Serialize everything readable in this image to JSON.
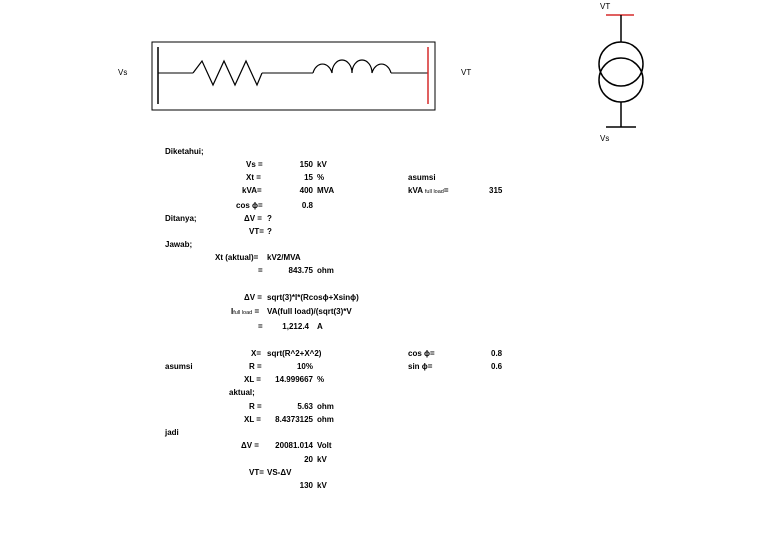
{
  "diagram": {
    "left_label": "Vs",
    "right_label": "VT",
    "transformer_top_label": "VT",
    "transformer_bottom_label": "Vs"
  },
  "colors": {
    "line": "#000000",
    "accent": "#d62b2b",
    "background": "#ffffff"
  },
  "sheet": {
    "diketahui_label": "Diketahui;",
    "vs": {
      "label": "Vs =",
      "value": "150",
      "unit": "kV"
    },
    "xt": {
      "label": "Xt =",
      "value": "15",
      "unit": "%"
    },
    "kva": {
      "label": "kVA=",
      "value": "400",
      "unit": "MVA"
    },
    "cos": {
      "label": "cos ϕ=",
      "value": "0.8"
    },
    "asumsi_top": "asumsi",
    "kva_full_load": {
      "label": "kVA",
      "sub": "full load",
      "eq": "=",
      "value": "315"
    },
    "ditanya_label": "Ditanya;",
    "dv_q": {
      "label": "ΔV =",
      "value": "?"
    },
    "vt_q": {
      "label": "VT=",
      "value": "?"
    },
    "jawab_label": "Jawab;",
    "xt_aktual": {
      "label": "Xt (aktual)=",
      "formula": "kV2/MVA"
    },
    "xt_aktual_result": {
      "eq": "=",
      "value": "843.75",
      "unit": "ohm"
    },
    "dv_formula": {
      "label": "ΔV =",
      "formula": "sqrt(3)*I*(Rcosϕ+Xsinϕ)"
    },
    "i_full_load": {
      "label_main": "I",
      "label_sub": "full load",
      "label_eq": "=",
      "formula": "VA(full load)/(sqrt(3)*V"
    },
    "i_result": {
      "eq": "=",
      "value": "1,212.4",
      "unit": "A"
    },
    "x_formula": {
      "label": "X=",
      "formula": "sqrt(R^2+X^2)"
    },
    "cos_right": {
      "label": "cos ϕ=",
      "value": "0.8"
    },
    "asumsi_left": "asumsi",
    "r_pct": {
      "label": "R =",
      "value": "10%"
    },
    "sin_right": {
      "label": "sin ϕ=",
      "value": "0.6"
    },
    "xl_pct": {
      "label": "XL =",
      "value": "14.999667",
      "unit": "%"
    },
    "aktual_label": "aktual;",
    "r_ohm": {
      "label": "R =",
      "value": "5.63",
      "unit": "ohm"
    },
    "xl_ohm": {
      "label": "XL =",
      "value": "8.4373125",
      "unit": "ohm"
    },
    "jadi_label": "jadi",
    "dv_volt": {
      "label": "ΔV =",
      "value": "20081.014",
      "unit": "Volt"
    },
    "dv_kv": {
      "value": "20",
      "unit": "kV"
    },
    "vt_formula": {
      "label": "VT=",
      "formula": "VS-ΔV"
    },
    "vt_result": {
      "value": "130",
      "unit": "kV"
    }
  }
}
